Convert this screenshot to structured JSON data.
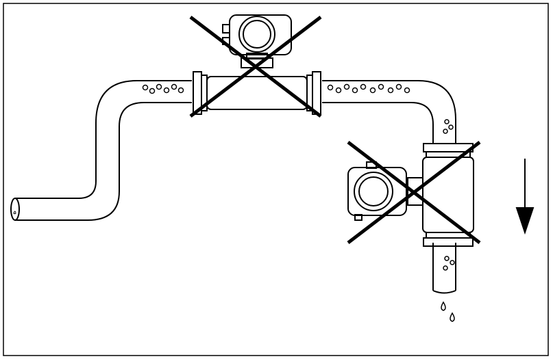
{
  "diagram": {
    "stroke_color": "#000000",
    "background": "#ffffff",
    "icons": [
      "pipe",
      "flowmeter-horizontal-crossed",
      "flowmeter-vertical-crossed",
      "flow-direction-arrow",
      "air-bubbles",
      "liquid-drops"
    ]
  }
}
